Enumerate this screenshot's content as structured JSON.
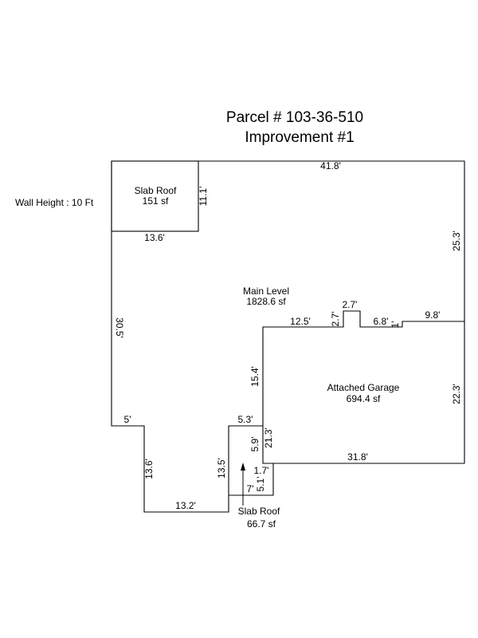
{
  "header": {
    "parcel": "Parcel # 103-36-510",
    "improvement": "Improvement #1"
  },
  "wall_height": "Wall Height : 10 Ft",
  "areas": {
    "slab_roof_top": {
      "name": "Slab Roof",
      "size": "151 sf"
    },
    "main_level": {
      "name": "Main Level",
      "size": "1828.6 sf"
    },
    "attached_garage": {
      "name": "Attached Garage",
      "size": "694.4 sf"
    },
    "slab_roof_bottom": {
      "name": "Slab Roof",
      "size": "66.7 sf"
    }
  },
  "dimensions": {
    "top_wall": "41.8'",
    "right_upper": "25.3'",
    "slab_right": "11.1'",
    "slab_bottom": "13.6'",
    "left_wall": "30.5'",
    "bump_top": "2.7'",
    "bump_left": "2.7'",
    "step_small": "1'",
    "wall_9_8": "9.8'",
    "wall_6_8": "6.8'",
    "wall_12_5": "12.5'",
    "garage_left": "15.4'",
    "garage_right": "22.3'",
    "wall_21_3": "21.3'",
    "garage_bottom": "31.8'",
    "ledge_5": "5'",
    "left_lower": "13.6'",
    "bottom_wall": "13.2'",
    "slab2_left": "13.5'",
    "slab2_top": "5.3'",
    "slab2_right": "5.9'",
    "wall_1_7": "1.7'",
    "wall_5_1": "5.1'",
    "slab2_bottom": "7'"
  }
}
